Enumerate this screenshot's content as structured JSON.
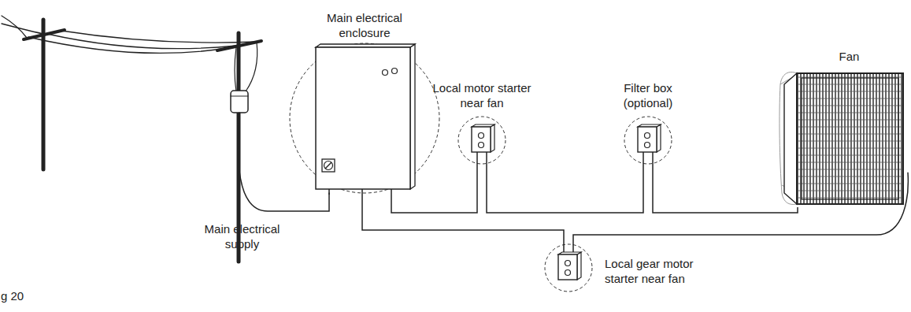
{
  "diagram": {
    "nodes": [
      {
        "text": [
          "Main electrical enclosure"
        ]
      },
      {
        "text": [
          "Local motor starter near fan"
        ]
      },
      {
        "text": [
          "Filter box (optional)"
        ]
      },
      {
        "text": [
          "Fan"
        ]
      },
      {
        "text": [
          "Local gear motor starter near fan"
        ]
      }
    ],
    "edges": [
      {
        "from": 0,
        "to": 1,
        "arrow": "none"
      },
      {
        "from": 1,
        "to": 2,
        "arrow": "none"
      },
      {
        "from": 2,
        "to": 3,
        "arrow": "none"
      },
      {
        "from": 0,
        "to": 4,
        "arrow": "none"
      },
      {
        "from": 4,
        "to": 3,
        "arrow": "none"
      }
    ],
    "labels": [
      "Main electrical supply",
      "g 20"
    ]
  }
}
